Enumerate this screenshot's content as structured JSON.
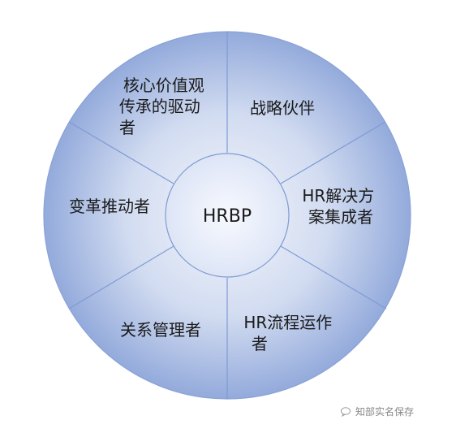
{
  "center": {
    "label": "HRBP"
  },
  "segments": [
    {
      "id": "strategic-partner",
      "lines": [
        "战略伙伴"
      ]
    },
    {
      "id": "hr-solutions-provider",
      "lines": [
        "HR解决方",
        "案集成者"
      ]
    },
    {
      "id": "hr-process-operator",
      "lines": [
        "HR流程运作",
        "者"
      ]
    },
    {
      "id": "relationship-manager",
      "lines": [
        "关系管理者"
      ]
    },
    {
      "id": "change-driver",
      "lines": [
        "变革推动者"
      ]
    },
    {
      "id": "core-values-driver",
      "lines": [
        "核心价值观",
        "传承的驱动",
        "者"
      ]
    }
  ],
  "watermark": {
    "text": "知部实名保存"
  },
  "colors": {
    "outer_fill_center": "#e9eef9",
    "outer_fill_edge": "#95acdb",
    "inner_fill": "#eef2fb",
    "stroke": "#7f9bd4"
  }
}
